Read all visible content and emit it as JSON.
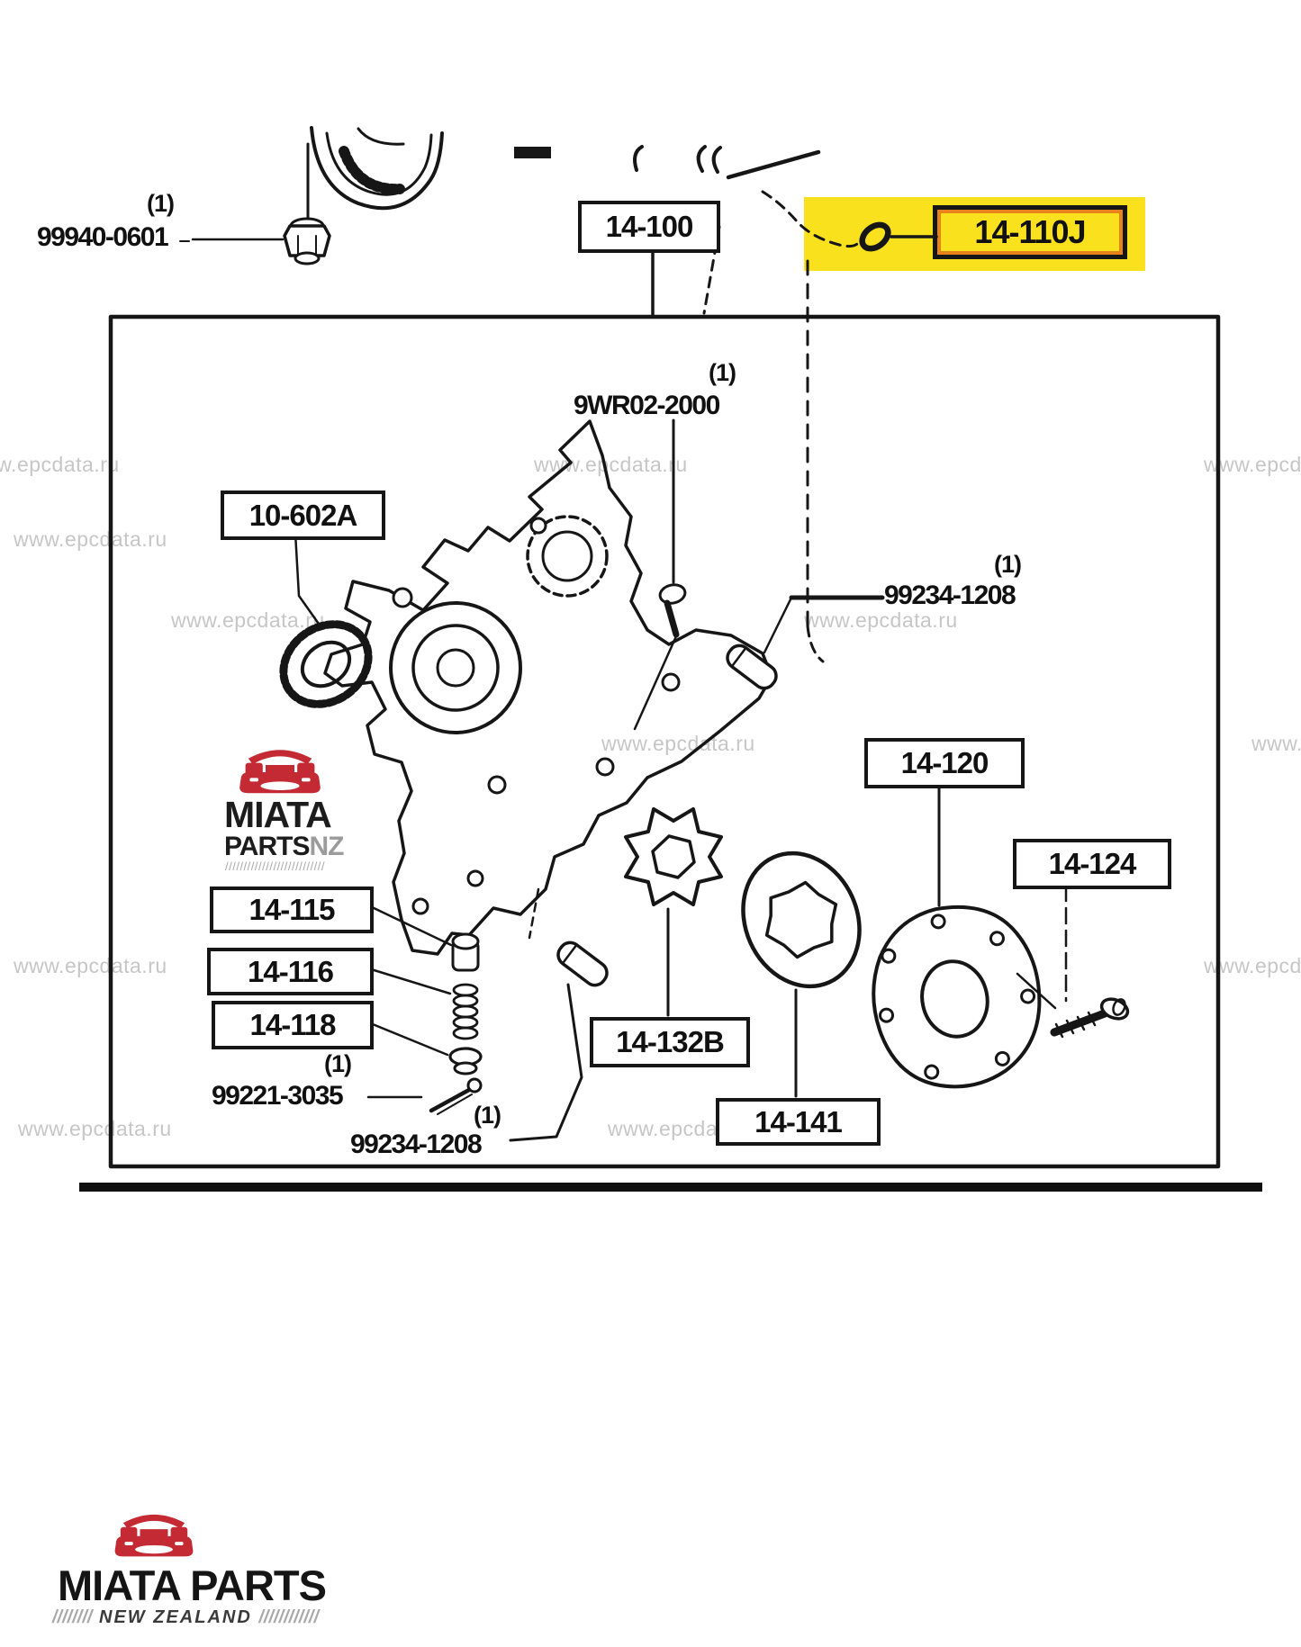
{
  "watermark": {
    "text": "www.epcdata.ru"
  },
  "labels": {
    "x14_100": "14-100",
    "x14_110j": "14-110J",
    "x10_602a": "10-602A",
    "x14_115": "14-115",
    "x14_116": "14-116",
    "x14_118": "14-118",
    "x14_132b": "14-132B",
    "x14_141": "14-141",
    "x14_120": "14-120",
    "x14_124": "14-124"
  },
  "parts": {
    "p99940": {
      "qty": "(1)",
      "number": "99940-0601"
    },
    "p9wr02": {
      "qty": "(1)",
      "number": "9WR02-2000"
    },
    "p99234a": {
      "qty": "(1)",
      "number": "99234-1208"
    },
    "p99221": {
      "qty": "(1)",
      "number": "99221-3035"
    },
    "p99234b": {
      "qty": "(1)",
      "number": "99234-1208"
    }
  },
  "logo_mid": {
    "line1": "MIATA",
    "line2": "PARTS",
    "suffix": "NZ",
    "slashes": "///////////////////////////"
  },
  "logo_footer": {
    "name": "MIATA PARTS",
    "region": "NEW ZEALAND",
    "slashes_left": "////////",
    "slashes_right": "////////////"
  },
  "colors": {
    "highlight_yellow": "#f9e11d",
    "highlight_orange": "#e8831c",
    "line_black": "#161616",
    "watermark_gray": "#c6c6c6",
    "logo_red": "#c42a33"
  },
  "icons": {
    "car": "miata-car-icon"
  }
}
